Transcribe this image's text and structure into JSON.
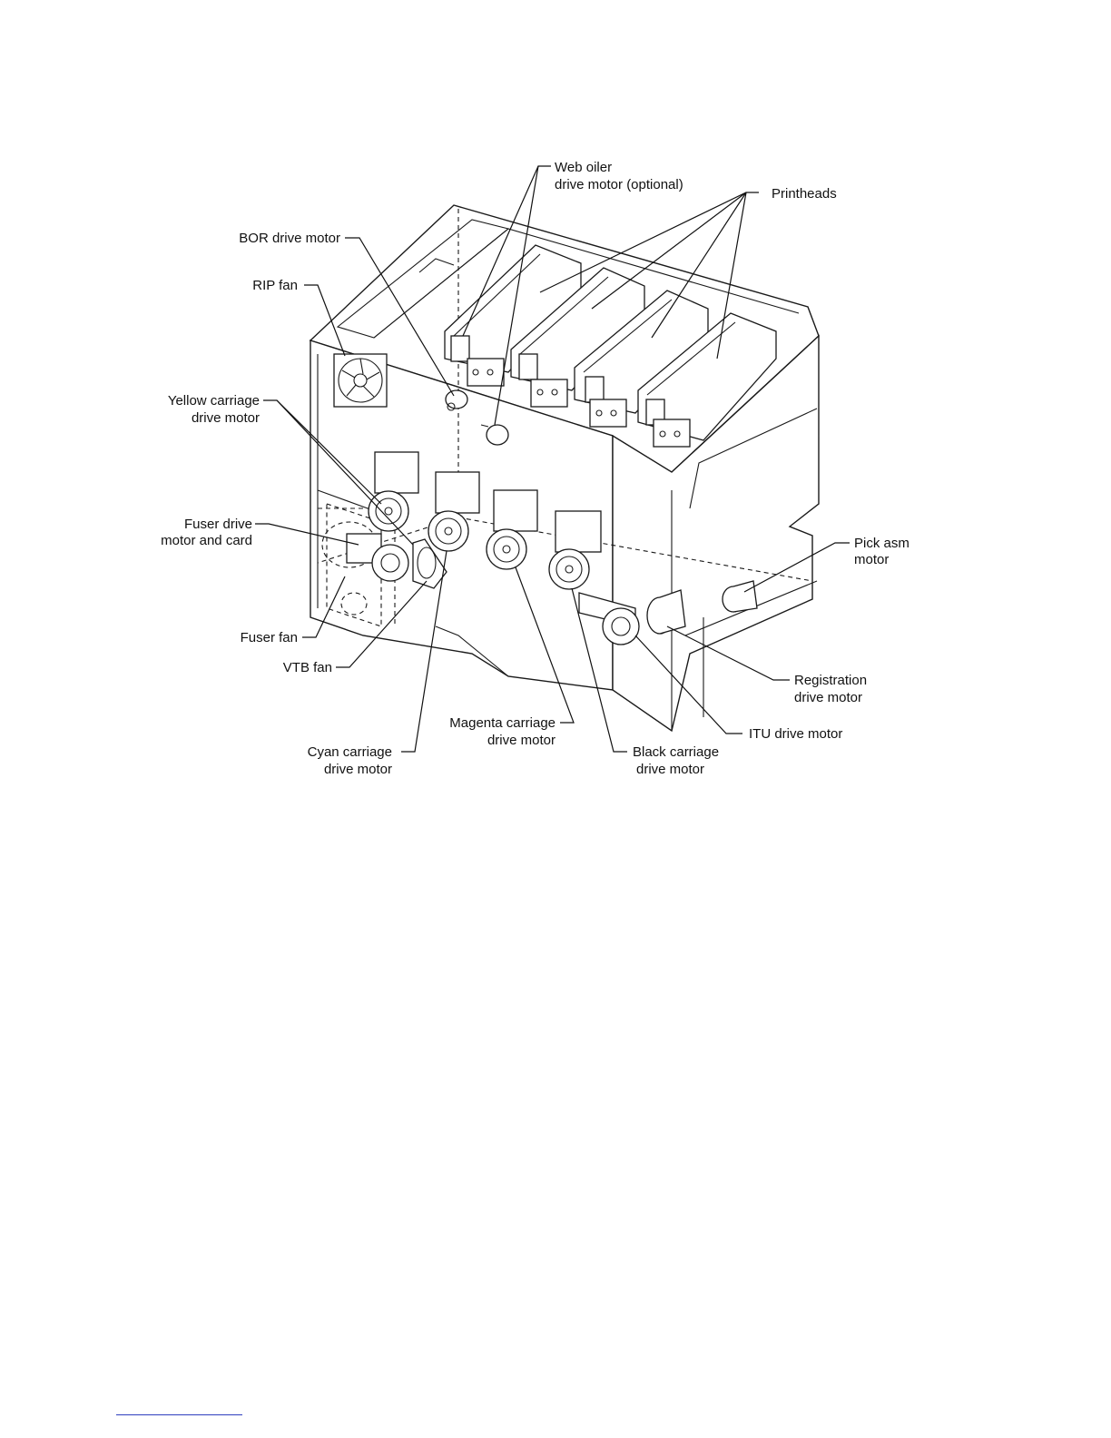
{
  "labels": {
    "web_oiler_1": "Web oiler",
    "web_oiler_2": "drive motor (optional)",
    "printheads": "Printheads",
    "bor_drive_motor": "BOR drive motor",
    "rip_fan": "RIP fan",
    "yellow_carriage_1": "Yellow carriage",
    "yellow_carriage_2": "drive motor",
    "fuser_drive_1": "Fuser drive",
    "fuser_drive_2": "motor and card",
    "fuser_fan": "Fuser fan",
    "vtb_fan": "VTB fan",
    "cyan_carriage_1": "Cyan carriage",
    "cyan_carriage_2": "drive motor",
    "magenta_carriage_1": "Magenta carriage",
    "magenta_carriage_2": "drive motor",
    "black_carriage_1": "Black carriage",
    "black_carriage_2": "drive motor",
    "itu_drive_motor": "ITU drive motor",
    "registration_1": "Registration",
    "registration_2": "drive motor",
    "pick_asm_1": "Pick asm",
    "pick_asm_2": "motor"
  },
  "colors": {
    "line": "#1a1a1a",
    "footer_rule": "#2f3fbf"
  }
}
